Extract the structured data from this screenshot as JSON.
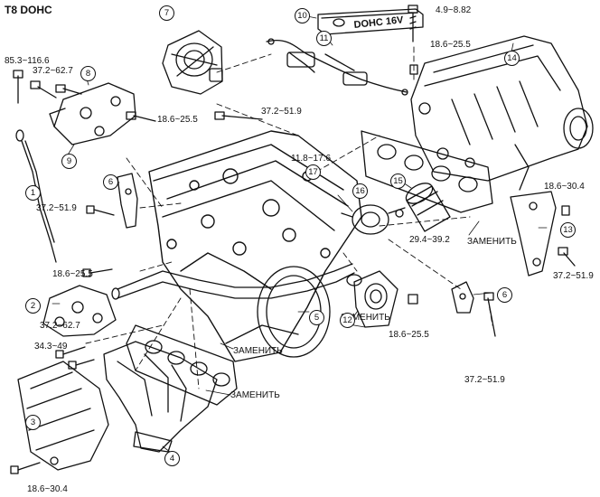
{
  "title": "T8 DOHC",
  "cover_plate_text": "DOHC 16V",
  "callouts": [
    "1",
    "2",
    "3",
    "4",
    "5",
    "6",
    "6",
    "7",
    "8",
    "9",
    "10",
    "11",
    "12",
    "13",
    "14",
    "15",
    "16",
    "17"
  ],
  "torque": {
    "t1": "4.9~8.82",
    "t2": "18.6~25.5",
    "t3": "85.3~116.6",
    "t4": "37.2~62.7",
    "t5": "18.6~25.5",
    "t6": "37.2~51.9",
    "t7": "11.8~17.6",
    "t8": "18.6~30.4",
    "t9": "37.2~51.9",
    "t10": "29.4~39.2",
    "t11": "18.6~25.5",
    "t12": "37.2~51.9",
    "t13": "37.2~62.7",
    "t14": "34.3~49",
    "t15": "18.6~25.5",
    "t16": "37.2~51.9",
    "t17": "18.6~30.4"
  },
  "replace": {
    "r1": "ЗАМЕНИТЬ",
    "r2": "ЗАМЕНИТЬ",
    "r3": "ЗАМЕНИТЬ",
    "r4": "ЗАМЕНИТЬ"
  }
}
